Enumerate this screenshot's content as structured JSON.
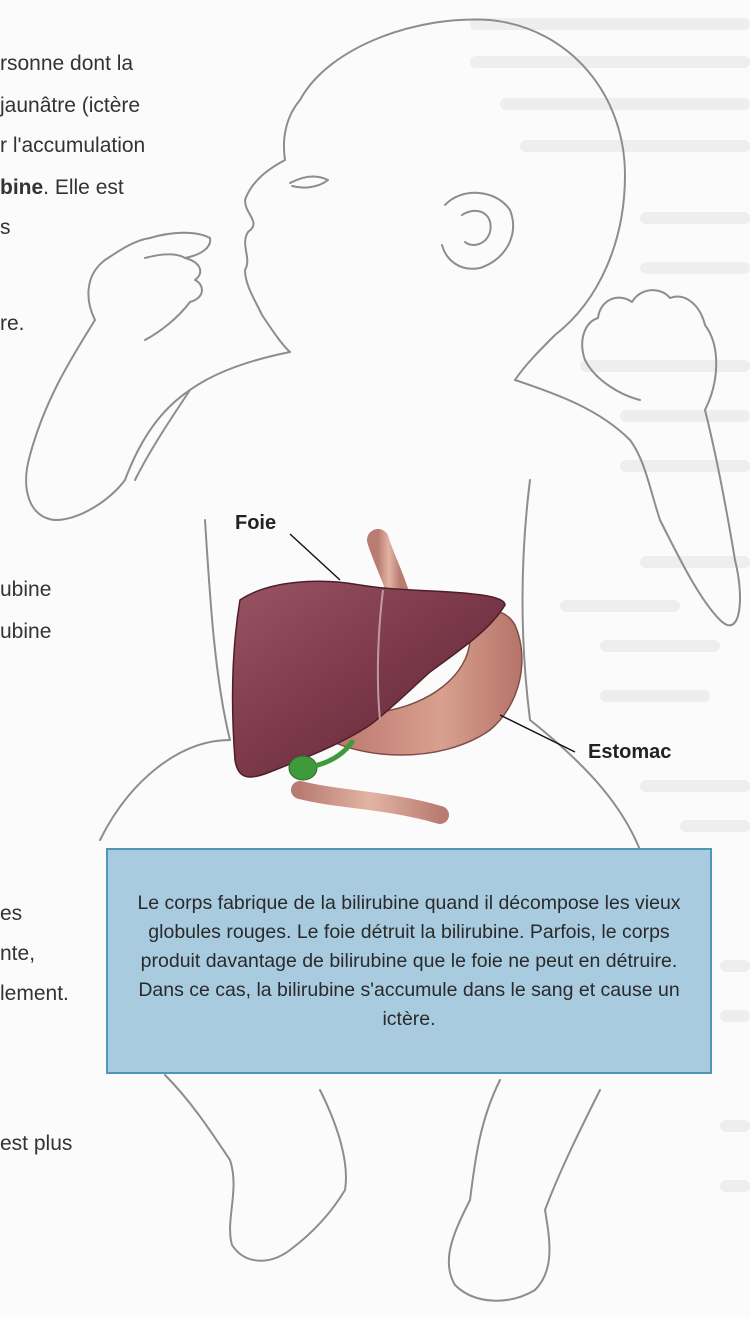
{
  "left_text": [
    "rsonne dont la",
    " jaunâtre (ictère",
    "r l'accumulation",
    "bine",
    ". Elle est",
    "s",
    "re.",
    "ubine",
    "ubine",
    "es",
    "nte,",
    "lement.",
    "est plus"
  ],
  "labels": {
    "liver": "Foie",
    "stomach": "Estomac"
  },
  "caption": "Le corps fabrique de la bilirubine quand il décompose les vieux globules rouges. Le foie détruit la bilirubine. Parfois, le corps produit davantage de bilirubine que le foie ne peut en détruire. Dans ce cas, la bilirubine s'accumule dans le sang et cause un ictère.",
  "colors": {
    "caption_background": "#a9cbe0",
    "caption_border": "#4f96b7",
    "liver": "#7d3c4c",
    "stomach": "#c9877c",
    "gallbladder": "#3f9a3c"
  }
}
